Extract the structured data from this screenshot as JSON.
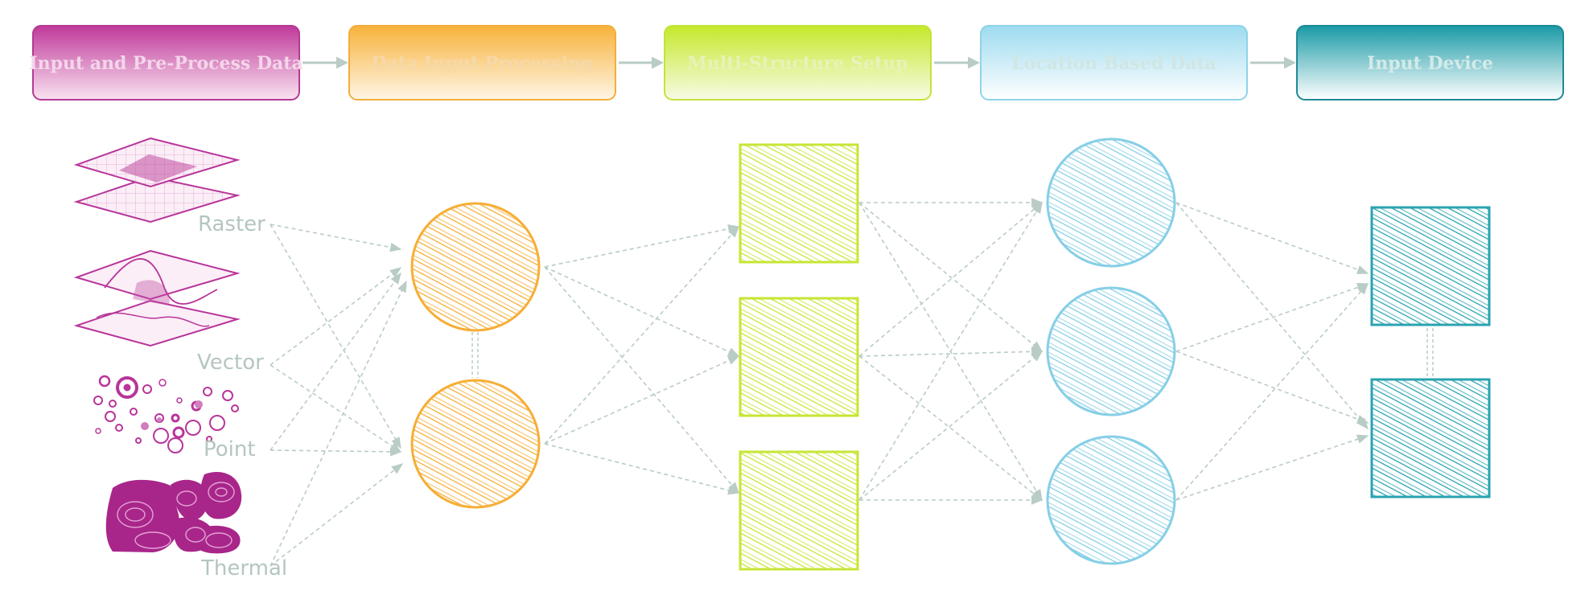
{
  "stages": [
    {
      "label": "Input and Pre-Process Data",
      "fill": "#c0399a",
      "stroke": "#b43a93",
      "text_color": "#f3d6ea"
    },
    {
      "label": "Data Input Processing",
      "fill": "#f7b23b",
      "stroke": "#f3ad3c",
      "text_color": "#f6d9aa"
    },
    {
      "label": "Multi-Structure Setup",
      "fill": "#c5e82a",
      "stroke": "#c3e33a",
      "text_color": "#e6f3b8"
    },
    {
      "label": "Location Based Data",
      "fill": "#9ddbef",
      "stroke": "#8fd3e9",
      "text_color": "#cfe6e4"
    },
    {
      "label": "Input Device",
      "fill": "#1a9aa6",
      "stroke": "#1d8a97",
      "text_color": "#d4eaea"
    }
  ],
  "data_types": [
    {
      "label": "Raster",
      "icon": "raster-layers-icon"
    },
    {
      "label": "Vector",
      "icon": "vector-layers-icon"
    },
    {
      "label": "Point",
      "icon": "point-cloud-icon"
    },
    {
      "label": "Thermal",
      "icon": "thermal-map-icon"
    }
  ],
  "colors": {
    "magenta": "#b8359a",
    "orange": "#f6ae36",
    "lime": "#c6e635",
    "sky": "#86cfe6",
    "teal": "#2aa3b0",
    "connector": "#b9ccc6",
    "label": "#b4c6bf"
  }
}
